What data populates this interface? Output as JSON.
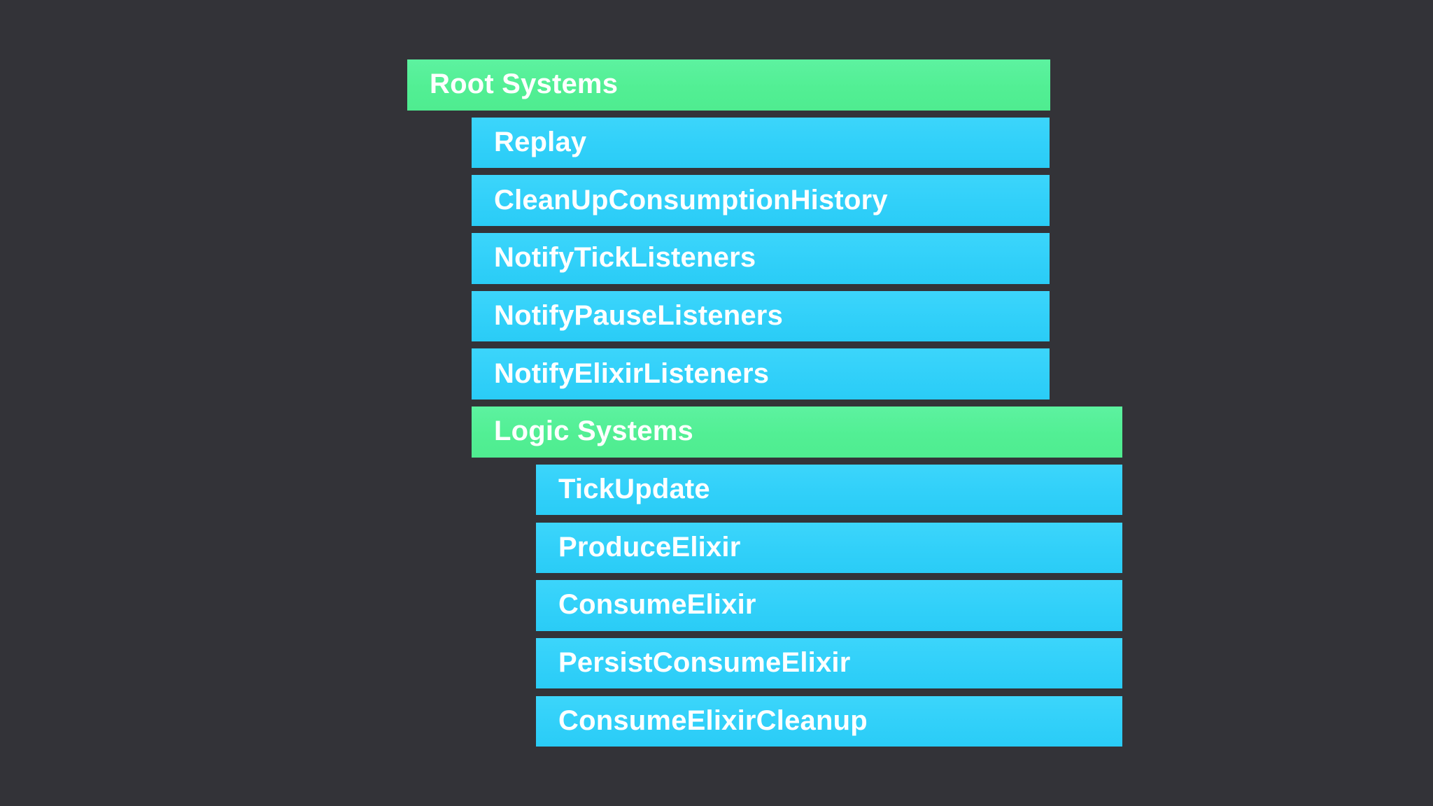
{
  "colors": {
    "background": "#333338",
    "group": "#52ef94",
    "system": "#31d0f9",
    "text": "#ffffff"
  },
  "hierarchy": {
    "rows": [
      {
        "label": "Root Systems",
        "kind": "group",
        "level": 0
      },
      {
        "label": "Replay",
        "kind": "system",
        "level": 1
      },
      {
        "label": "CleanUpConsumptionHistory",
        "kind": "system",
        "level": 1
      },
      {
        "label": "NotifyTickListeners",
        "kind": "system",
        "level": 1
      },
      {
        "label": "NotifyPauseListeners",
        "kind": "system",
        "level": 1
      },
      {
        "label": "NotifyElixirListeners",
        "kind": "system",
        "level": 1
      },
      {
        "label": "Logic Systems",
        "kind": "group",
        "level": 1
      },
      {
        "label": "TickUpdate",
        "kind": "system",
        "level": 2
      },
      {
        "label": "ProduceElixir",
        "kind": "system",
        "level": 2
      },
      {
        "label": "ConsumeElixir",
        "kind": "system",
        "level": 2
      },
      {
        "label": "PersistConsumeElixir",
        "kind": "system",
        "level": 2
      },
      {
        "label": "ConsumeElixirCleanup",
        "kind": "system",
        "level": 2
      }
    ]
  }
}
